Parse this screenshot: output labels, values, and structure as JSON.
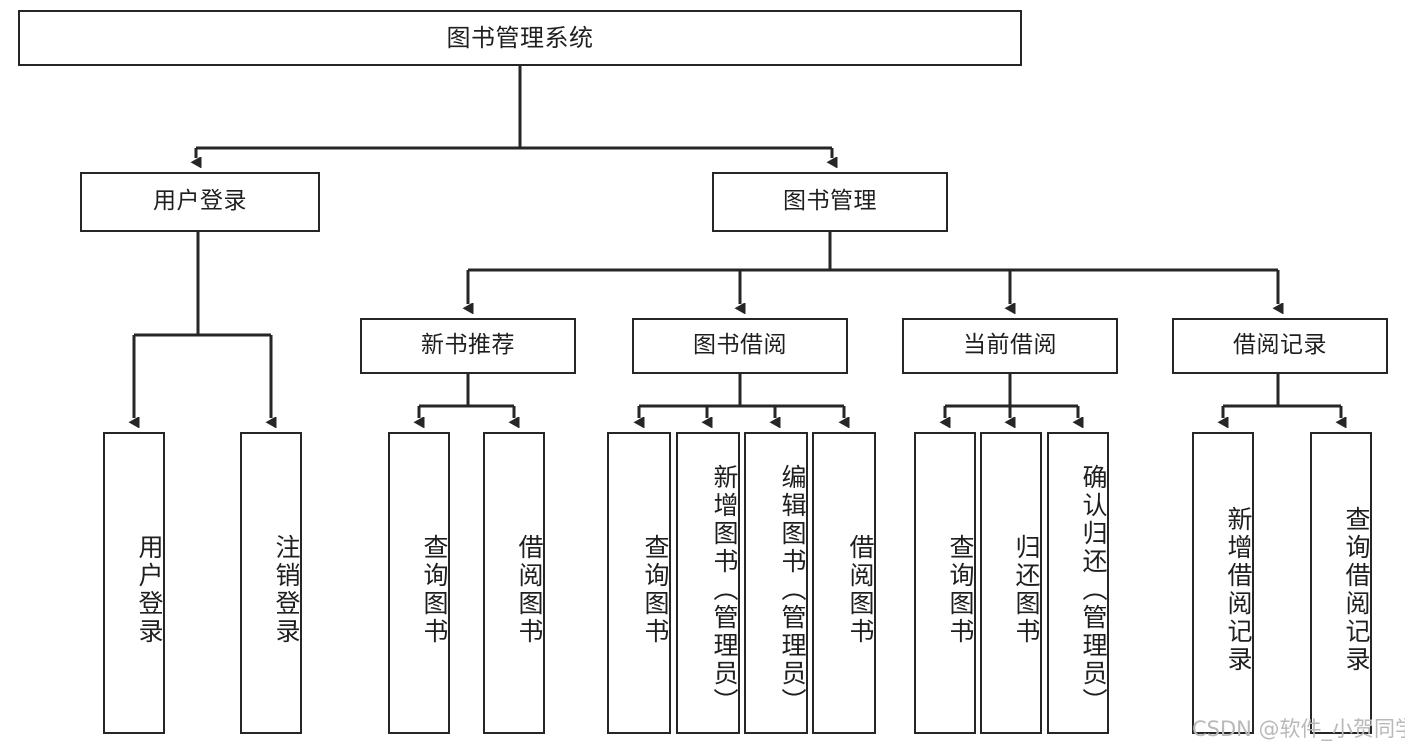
{
  "diagram": {
    "title": "图书管理系统",
    "type": "tree-hierarchy-diagram",
    "watermark": "CSDN @软件_小贺同学",
    "colors": {
      "stroke": "#262626",
      "text": "#1f1f1f",
      "background": "#ffffff",
      "watermark": "#b9b9b9"
    },
    "levels": {
      "root": {
        "label": "图书管理系统"
      },
      "level2": [
        {
          "label": "用户登录"
        },
        {
          "label": "图书管理"
        }
      ],
      "level3": [
        {
          "label": "新书推荐"
        },
        {
          "label": "图书借阅"
        },
        {
          "label": "当前借阅"
        },
        {
          "label": "借阅记录"
        }
      ],
      "leaves": {
        "user_login": [
          {
            "label": "用户登录"
          },
          {
            "label": "注销登录"
          }
        ],
        "new_book_recommend": [
          {
            "label": "查询图书"
          },
          {
            "label": "借阅图书"
          }
        ],
        "book_borrow": [
          {
            "label": "查询图书"
          },
          {
            "label": "新增图书（管理员）"
          },
          {
            "label": "编辑图书（管理员）"
          },
          {
            "label": "借阅图书"
          }
        ],
        "current_borrow": [
          {
            "label": "查询图书"
          },
          {
            "label": "归还图书"
          },
          {
            "label": "确认归还（管理员）"
          }
        ],
        "borrow_record": [
          {
            "label": "新增借阅记录"
          },
          {
            "label": "查询借阅记录"
          }
        ]
      }
    }
  },
  "nodes": {
    "root": {
      "label": "图书管理系统"
    },
    "n_user": {
      "label": "用户登录"
    },
    "n_book": {
      "label": "图书管理"
    },
    "n_rec": {
      "label": "新书推荐"
    },
    "n_bor": {
      "label": "图书借阅"
    },
    "n_cur": {
      "label": "当前借阅"
    },
    "n_log": {
      "label": "借阅记录"
    },
    "l_user_login": {
      "label": "用户登录"
    },
    "l_user_logout": {
      "label": "注销登录"
    },
    "l_rec_query": {
      "label": "查询图书"
    },
    "l_rec_borrow": {
      "label": "借阅图书"
    },
    "l_bor_query": {
      "label": "查询图书"
    },
    "l_bor_add": {
      "label": "新增图书（管理员）"
    },
    "l_bor_edit": {
      "label": "编辑图书（管理员）"
    },
    "l_bor_borrow": {
      "label": "借阅图书"
    },
    "l_cur_query": {
      "label": "查询图书"
    },
    "l_cur_return": {
      "label": "归还图书"
    },
    "l_cur_confirm": {
      "label": "确认归还（管理员）"
    },
    "l_log_add": {
      "label": "新增借阅记录"
    },
    "l_log_query": {
      "label": "查询借阅记录"
    }
  },
  "watermark": {
    "text": "CSDN @软件_小贺同学"
  }
}
